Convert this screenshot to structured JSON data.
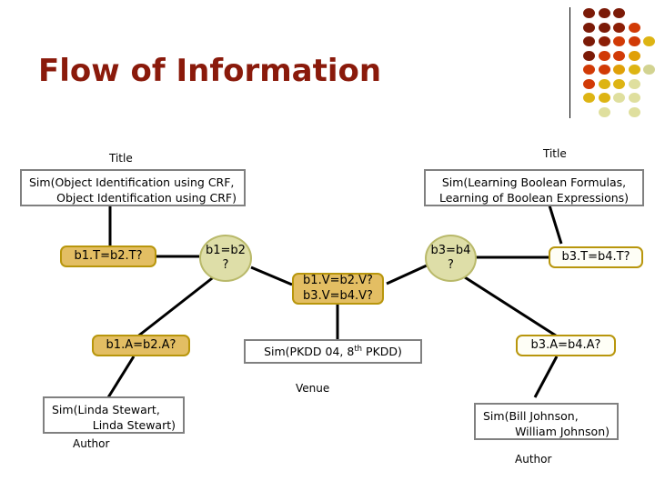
{
  "slide": {
    "title": "Flow of Information",
    "title_color": "#8A1A0B",
    "background": "#ffffff"
  },
  "logo": {
    "name": "decorative-dot-grid",
    "divider_color": "#000000",
    "colors": {
      "dark_maroon": "#7B1A07",
      "maroon": "#8C1E06",
      "red_orange": "#D13A06",
      "orange": "#E05A08",
      "amber": "#E0A008",
      "gold": "#DDB413",
      "pale_olive": "#D2D391",
      "pale_yellow": "#DFDF9E"
    },
    "dots": [
      {
        "col": 0,
        "row": 0,
        "color": "#7B1A07"
      },
      {
        "col": 1,
        "row": 0,
        "color": "#7B1A07"
      },
      {
        "col": 2,
        "row": 0,
        "color": "#7B1A07"
      },
      {
        "col": 0,
        "row": 1,
        "color": "#7B1A07"
      },
      {
        "col": 1,
        "row": 1,
        "color": "#7B1A07"
      },
      {
        "col": 2,
        "row": 1,
        "color": "#8C1E06"
      },
      {
        "col": 3,
        "row": 1,
        "color": "#D13A06"
      },
      {
        "col": 0,
        "row": 2,
        "color": "#7B1A07"
      },
      {
        "col": 1,
        "row": 2,
        "color": "#8C1E06"
      },
      {
        "col": 2,
        "row": 2,
        "color": "#D13A06"
      },
      {
        "col": 3,
        "row": 2,
        "color": "#D13A06"
      },
      {
        "col": 4,
        "row": 2,
        "color": "#DDB413"
      },
      {
        "col": 0,
        "row": 3,
        "color": "#7B1A07"
      },
      {
        "col": 1,
        "row": 3,
        "color": "#D13A06"
      },
      {
        "col": 2,
        "row": 3,
        "color": "#D13A06"
      },
      {
        "col": 3,
        "row": 3,
        "color": "#E0A008"
      },
      {
        "col": 0,
        "row": 4,
        "color": "#D13A06"
      },
      {
        "col": 1,
        "row": 4,
        "color": "#D13A06"
      },
      {
        "col": 2,
        "row": 4,
        "color": "#E0A008"
      },
      {
        "col": 3,
        "row": 4,
        "color": "#DDB413"
      },
      {
        "col": 4,
        "row": 4,
        "color": "#D2D391"
      },
      {
        "col": 0,
        "row": 5,
        "color": "#D13A06"
      },
      {
        "col": 1,
        "row": 5,
        "color": "#DDB413"
      },
      {
        "col": 2,
        "row": 5,
        "color": "#DDB413"
      },
      {
        "col": 3,
        "row": 5,
        "color": "#DFDF9E"
      },
      {
        "col": 0,
        "row": 6,
        "color": "#DDB413"
      },
      {
        "col": 1,
        "row": 6,
        "color": "#DDB413"
      },
      {
        "col": 2,
        "row": 6,
        "color": "#DFDF9E"
      },
      {
        "col": 3,
        "row": 6,
        "color": "#DFDF9E"
      },
      {
        "col": 1,
        "row": 7,
        "color": "#DFDF9E"
      },
      {
        "col": 3,
        "row": 7,
        "color": "#DFDF9E"
      }
    ]
  },
  "diagram": {
    "captions": {
      "title_left": "Title",
      "title_right": "Title",
      "venue": "Venue",
      "author_left": "Author",
      "author_right": "Author"
    },
    "grey_boxes": {
      "title_left": {
        "line1": "Sim(Object Identification using CRF,",
        "line2": "Object Identification using CRF)"
      },
      "title_right": {
        "line1": "Sim(Learning Boolean Formulas,",
        "line2": "Learning of Boolean Expressions)"
      },
      "venue": {
        "text_a": "Sim(PKDD 04, 8",
        "sup": "th",
        "text_b": " PKDD)"
      },
      "author_left": {
        "line1": "Sim(Linda Stewart,",
        "line2": "Linda Stewart)"
      },
      "author_right": {
        "line1": "Sim(Bill Johnson,",
        "line2": "William Johnson)"
      }
    },
    "nodes": {
      "b1t_b2t": "b1.T=b2.T?",
      "b3t_b4t": "b3.T=b4.T?",
      "b1v_b2v": "b1.V=b2.V?",
      "b3v_b4v": "b3.V=b4.V?",
      "b1a_b2a": "b1.A=b2.A?",
      "b3a_b4a": "b3.A=b4.A?"
    },
    "ellipses": {
      "b1_b2": {
        "line1": "b1=b2",
        "line2": "?"
      },
      "b3_b4": {
        "line1": "b3=b4",
        "line2": "?"
      }
    },
    "link_color": "#000000"
  }
}
